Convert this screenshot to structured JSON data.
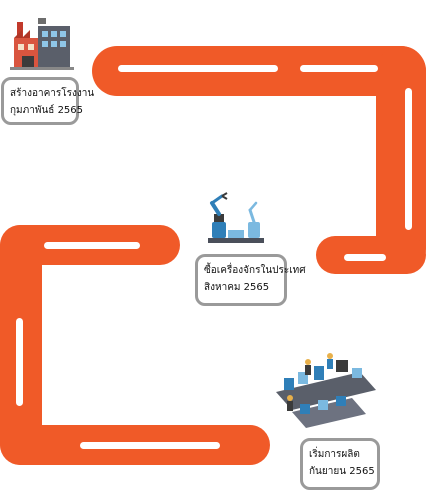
{
  "colors": {
    "track": "#F05A28",
    "lane": "#FFFFFF",
    "card_border": "#9A9A9A"
  },
  "milestones": [
    {
      "label": "สร้างอาคารโรงงาน",
      "date": "กุมภาพันธ์  2565",
      "icon": "factory-icon"
    },
    {
      "label": "ซื้อเครื่องจักรในประเทศ",
      "date": "สิงหาคม  2565",
      "icon": "robot-arm-icon"
    },
    {
      "label": "เริ่มการผลิต",
      "date": "กันยายน  2565",
      "icon": "production-line-icon"
    }
  ]
}
